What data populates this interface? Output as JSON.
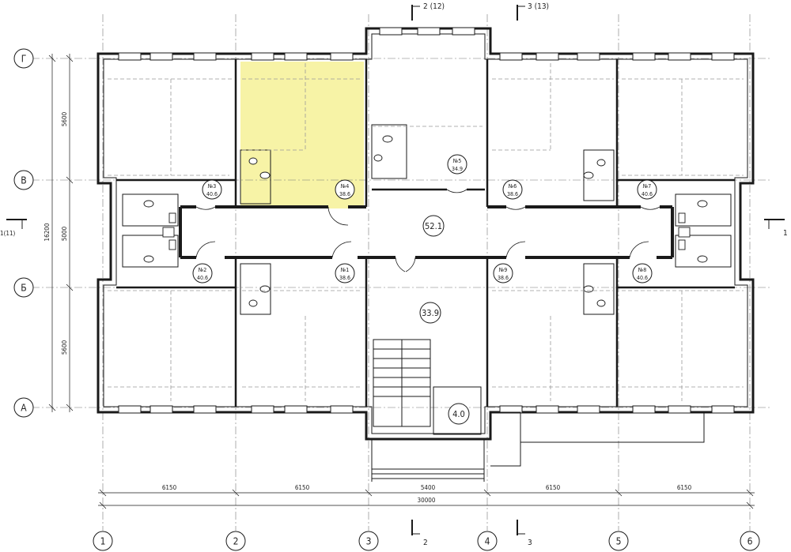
{
  "axes_numeric": [
    "1",
    "2",
    "3",
    "4",
    "5",
    "6"
  ],
  "axes_letter": [
    "Г",
    "В",
    "Б",
    "А"
  ],
  "dims_bottom": [
    "6150",
    "6150",
    "5400",
    "6150",
    "6150"
  ],
  "dim_total": "30000",
  "dims_left": [
    "5600",
    "5000",
    "5600"
  ],
  "dim_left_total": "16200",
  "sections": {
    "top_a": "2 (12)",
    "top_b": "3 (13)",
    "bottom_a": "2",
    "bottom_b": "3",
    "left": "1(11)",
    "right": "1"
  },
  "apartments": [
    {
      "no": "№1",
      "area": "38.6"
    },
    {
      "no": "№2",
      "area": "40.6"
    },
    {
      "no": "№3",
      "area": "40.6"
    },
    {
      "no": "№4",
      "area": "38.6"
    },
    {
      "no": "№5",
      "area": "34.9"
    },
    {
      "no": "№6",
      "area": "38.6"
    },
    {
      "no": "№7",
      "area": "40.6"
    },
    {
      "no": "№8",
      "area": "40.6"
    },
    {
      "no": "№9",
      "area": "38.6"
    }
  ],
  "common_areas": [
    "52.1",
    "33.9",
    "4.0"
  ],
  "colors": {
    "highlight": "#f7f3a6",
    "wall": "#1a1a1a",
    "axis": "#555555"
  }
}
